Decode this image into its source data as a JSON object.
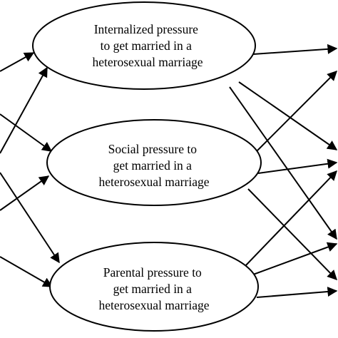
{
  "nodes": {
    "internalized": {
      "lines": [
        "Internalized pressure",
        "to get married in a",
        "heterosexual marriage"
      ]
    },
    "social": {
      "lines": [
        "Social pressure to",
        "get married in a",
        "heterosexual marriage"
      ]
    },
    "parental": {
      "lines": [
        "Parental pressure to",
        "get married in a",
        "heterosexual marriage"
      ]
    }
  },
  "colors": {
    "stroke": "#000000",
    "background": "#ffffff"
  }
}
